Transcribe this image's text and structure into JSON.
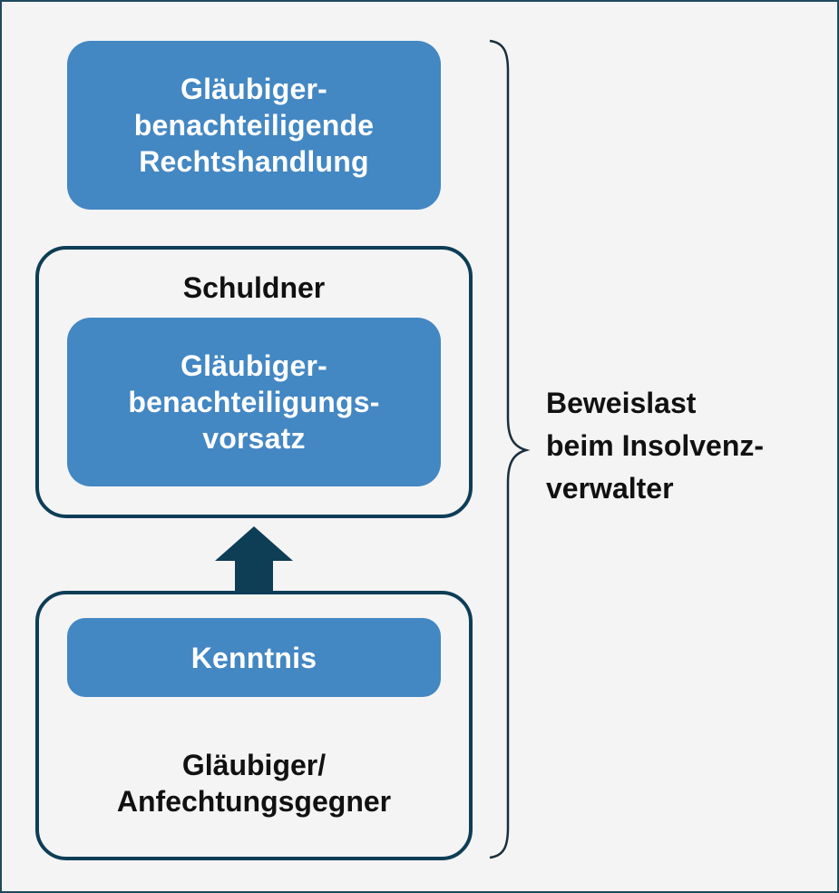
{
  "colors": {
    "frame_border": "#1f4a60",
    "background": "#f4f4f4",
    "box_fill": "#4387c3",
    "outline": "#0e3d56",
    "arrow": "#0e3d56",
    "brace": "#1a2f3d"
  },
  "diagram": {
    "top_box": {
      "text": "Gläubiger-\nbenachteiligende\nRechtshandlung"
    },
    "debtor_group": {
      "title": "Schuldner",
      "inner_box": "Gläubiger-\nbenachteiligungs-\nvorsatz"
    },
    "creditor_group": {
      "inner_box": "Kenntnis",
      "title": "Gläubiger/\nAnfechtungsgegner"
    },
    "arrow": {
      "direction": "up",
      "icon": "up-arrow-icon"
    },
    "brace": {
      "icon": "right-curly-brace-icon"
    },
    "side_note": {
      "text": "Beweislast\nbeim Insolvenz-\nverwalter"
    }
  }
}
